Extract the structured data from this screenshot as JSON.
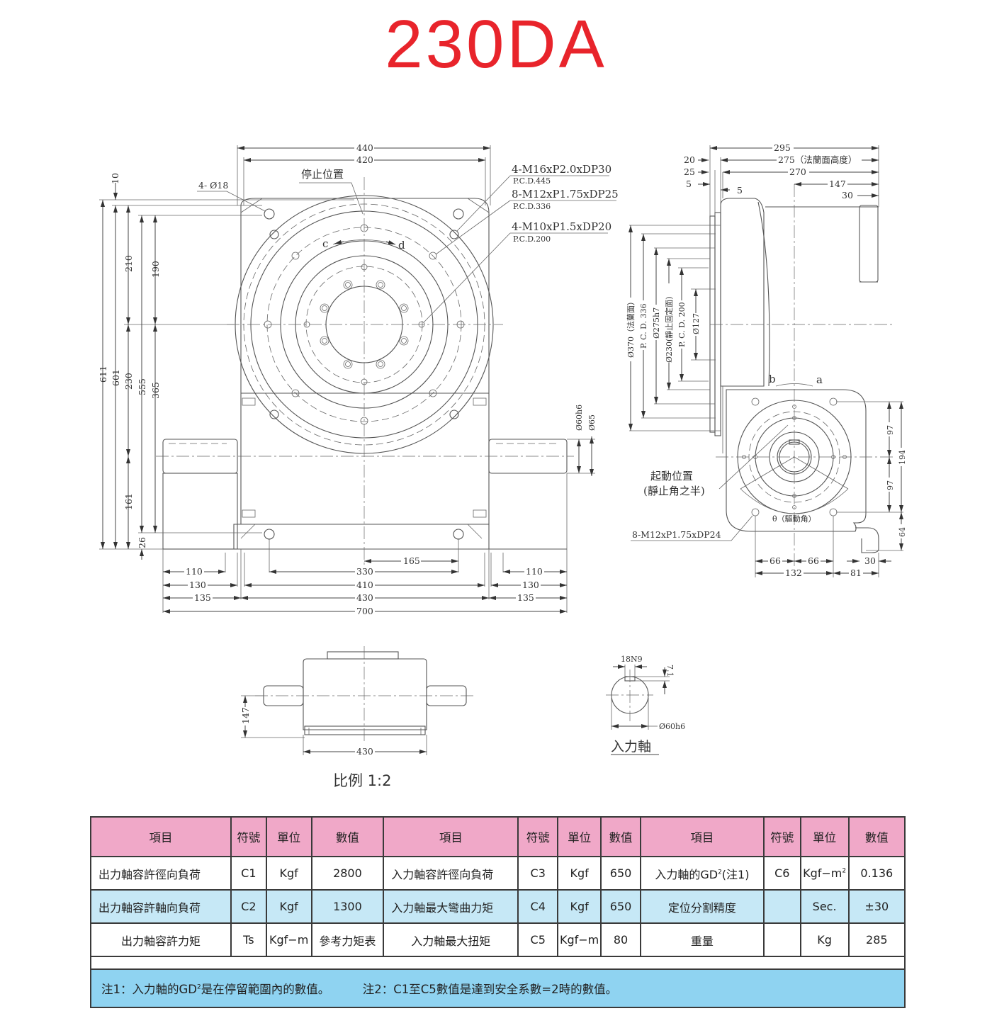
{
  "title": "230DA",
  "scale_label": "比例 1:2",
  "front_view": {
    "labels": {
      "stop_position": "停止位置",
      "mount_holes": "4- Ø18",
      "dir_c": "c",
      "dir_d": "d",
      "callout1_main": "4-M16xP2.0xDP30",
      "callout1_sub": "P.C.D.445",
      "callout2_main": "8-M12xP1.75xDP25",
      "callout2_sub": "P.C.D.336",
      "callout3_main": "4-M10xP1.5xDP20",
      "callout3_sub": "P.C.D.200"
    },
    "dims_top": [
      "440",
      "420"
    ],
    "dims_left": [
      "10",
      "210",
      "190",
      "611",
      "601",
      "230",
      "555",
      "365",
      "161",
      "26"
    ],
    "dims_right_shaft": [
      "Ø60h6",
      "Ø65"
    ],
    "dims_bottom": {
      "d165": "165",
      "d330": "330",
      "d410": "410",
      "d430": "430",
      "d700": "700",
      "left_110": "110",
      "left_130": "130",
      "left_135": "135",
      "right_110": "110",
      "right_130": "130",
      "right_135": "135"
    }
  },
  "side_view": {
    "dims_top": {
      "d295": "295",
      "d275": "275（法蘭面高度）",
      "d270": "270",
      "d147": "147",
      "d30": "30",
      "d20": "20",
      "d25": "25",
      "d5a": "5",
      "d5b": "5"
    },
    "dims_left": [
      "Ø370（法蘭面）",
      "P. C. D. 336",
      "Ø275h7",
      "Ø230(靜止固定面)",
      "P. C. D. 200",
      "Ø127"
    ],
    "labels": {
      "dir_b": "b",
      "dir_a": "a",
      "start_position": "起動位置",
      "start_position_note": "(靜止角之半)",
      "drive_angle": "θ（驅動角）",
      "bottom_holes": "8-M12xP1.75xDP24"
    },
    "dims_right": [
      "97",
      "97",
      "194",
      "64"
    ],
    "dims_bottom": [
      "66",
      "66",
      "132",
      "30",
      "81"
    ]
  },
  "bottom_view": {
    "dim_height": "147",
    "dim_width": "430"
  },
  "input_shaft": {
    "key": "18N9",
    "depth": "7.1",
    "diameter": "Ø60h6",
    "label": "入力軸"
  },
  "spec_table": {
    "headers": [
      "項目",
      "符號",
      "單位",
      "數值",
      "項目",
      "符號",
      "單位",
      "數值",
      "項目",
      "符號",
      "單位",
      "數值"
    ],
    "rows": [
      [
        "出力軸容許徑向負荷",
        "C1",
        "Kgf",
        "2800",
        "入力軸容許徑向負荷",
        "C3",
        "Kgf",
        "650",
        "入力軸的GD",
        "C6",
        "Kgf−m",
        "0.136"
      ],
      [
        "出力軸容許軸向負荷",
        "C2",
        "Kgf",
        "1300",
        "入力軸最大彎曲力矩",
        "C4",
        "Kgf",
        "650",
        "定位分割精度",
        "",
        "Sec.",
        "±30"
      ],
      [
        "出力軸容許力矩",
        "Ts",
        "Kgf−m",
        "參考力矩表",
        "入力軸最大扭矩",
        "C5",
        "Kgf−m",
        "80",
        "重量",
        "",
        "Kg",
        "285"
      ]
    ],
    "gd_suffix": "(注1)",
    "sup2": "2",
    "note1_prefix": "注1：入力軸的GD",
    "note1_suffix": "是在停留範圍內的數值。",
    "note2": "注2：C1至C5數值是達到安全系數=2時的數值。"
  },
  "colors": {
    "title": "#e8242b",
    "header_pink": "#f0a8c8",
    "row_blue": "#c6e8f6",
    "note_blue": "#8fd3f1"
  }
}
